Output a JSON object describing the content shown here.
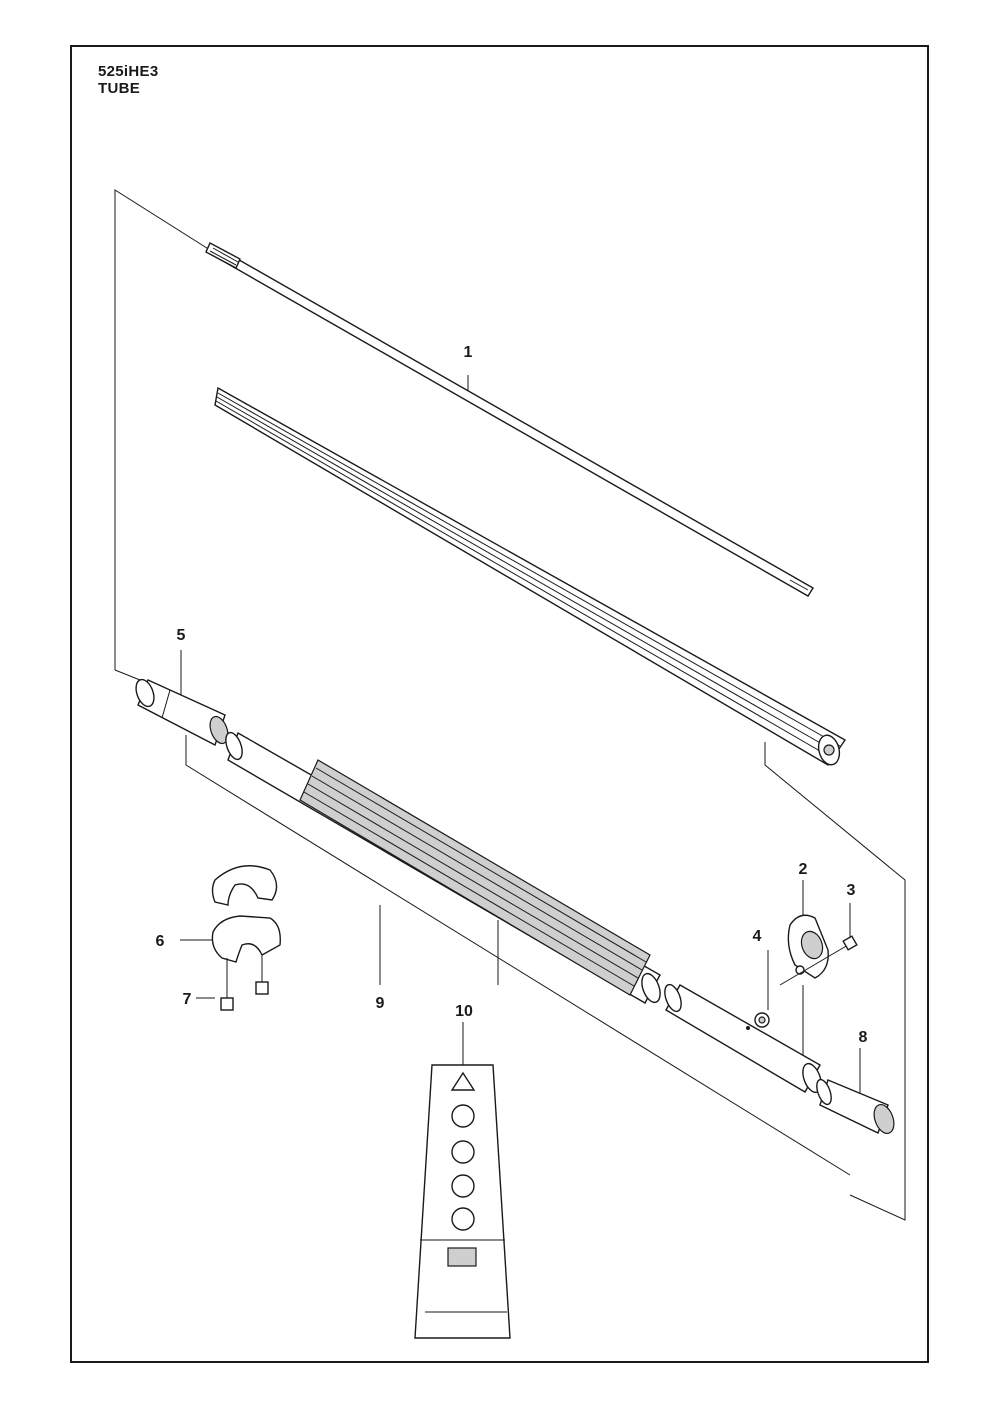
{
  "header": {
    "model": "525iHE3",
    "section": "TUBE"
  },
  "callouts": [
    {
      "id": "1",
      "label": "1",
      "part": "drive-shaft-and-shaft-guide"
    },
    {
      "id": "2",
      "label": "2",
      "part": "clamp-bracket"
    },
    {
      "id": "3",
      "label": "3",
      "part": "screw"
    },
    {
      "id": "4",
      "label": "4",
      "part": "nut"
    },
    {
      "id": "5",
      "label": "5",
      "part": "tube-end-insert"
    },
    {
      "id": "6",
      "label": "6",
      "part": "handle-clamp"
    },
    {
      "id": "7",
      "label": "7",
      "part": "screw"
    },
    {
      "id": "8",
      "label": "8",
      "part": "tube-end-sleeve"
    },
    {
      "id": "9",
      "label": "9",
      "part": "shaft-tube"
    },
    {
      "id": "10",
      "label": "10",
      "part": "warning-decal"
    }
  ],
  "colors": {
    "line": "#1a1a1a",
    "fill": "#ffffff",
    "shade": "#cfcfcf"
  }
}
